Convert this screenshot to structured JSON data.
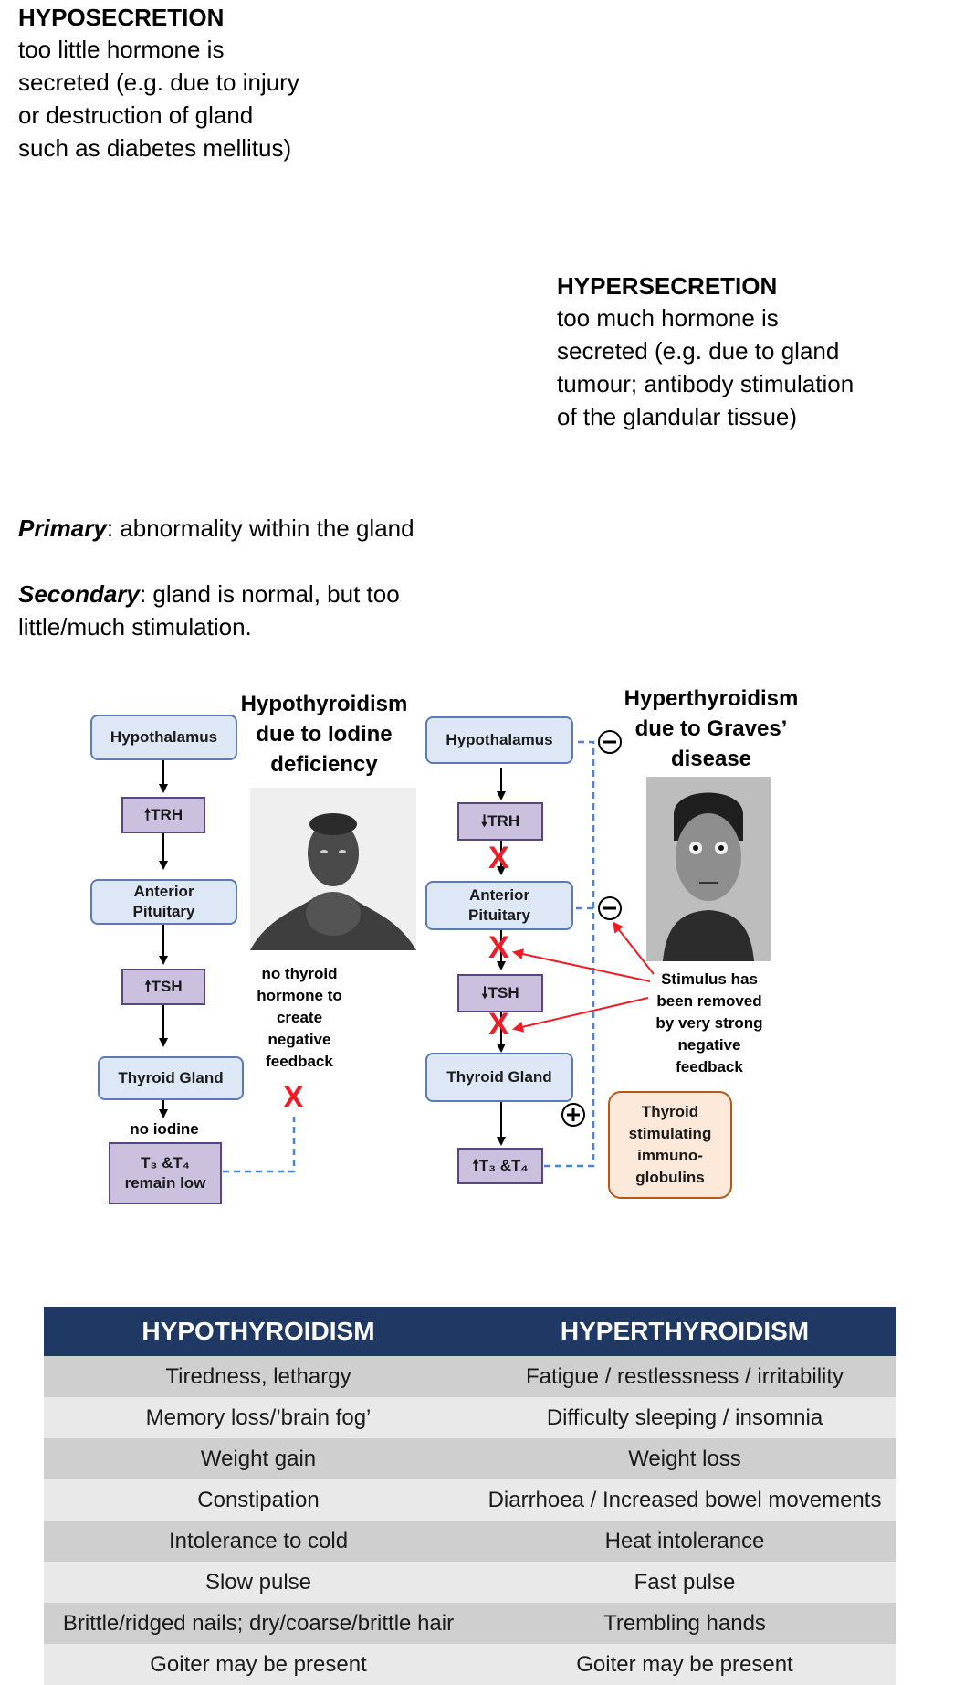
{
  "hyposecretion": {
    "title": "HYPOSECRETION",
    "lines": [
      "too little hormone is",
      "secreted (e.g. due to injury",
      "or destruction of gland",
      "such as diabetes mellitus)"
    ]
  },
  "hypersecretion": {
    "title": "HYPERSECRETION",
    "lines": [
      "too much hormone is",
      "secreted (e.g. due to gland",
      "tumour; antibody stimulation",
      "of the glandular tissue)"
    ]
  },
  "definitions": {
    "primary_term": "Primary",
    "primary_text": ": abnormality within the gland",
    "secondary_term": "Secondary",
    "secondary_text_1": ": gland is normal, but too",
    "secondary_text_2": "little/much stimulation."
  },
  "hypo_diagram": {
    "title_lines": [
      "Hypothyroidism",
      "due to Iodine",
      "deficiency"
    ],
    "hypothalamus": "Hypothalamus",
    "trh": "TRH",
    "anterior_pituitary": [
      "Anterior",
      "Pituitary"
    ],
    "tsh": "TSH",
    "thyroid_gland": "Thyroid Gland",
    "no_iodine": "no iodine",
    "t3t4": [
      "T₃ &T₄",
      "remain low"
    ],
    "note_lines": [
      "no thyroid",
      "hormone to",
      "create",
      "negative",
      "feedback"
    ],
    "block_mark": "X"
  },
  "hyper_diagram": {
    "title_lines": [
      "Hyperthyroidism",
      "due to Graves’",
      "disease"
    ],
    "hypothalamus": "Hypothalamus",
    "trh": "TRH",
    "anterior_pituitary": [
      "Anterior",
      "Pituitary"
    ],
    "tsh": "TSH",
    "thyroid_gland": "Thyroid Gland",
    "t3t4": "T₃ &T₄",
    "note_lines": [
      "Stimulus has",
      "been removed",
      "by very strong",
      "negative",
      "feedback"
    ],
    "tsi_lines": [
      "Thyroid",
      "stimulating",
      "immuno-",
      "globulins"
    ],
    "block_mark": "X",
    "minus": "−",
    "plus": "+"
  },
  "table": {
    "headers": [
      "HYPOTHYROIDISM",
      "HYPERTHYROIDISM"
    ],
    "rows": [
      [
        "Tiredness, lethargy",
        "Fatigue / restlessness / irritability"
      ],
      [
        "Memory loss/’brain fog’",
        "Difficulty sleeping / insomnia"
      ],
      [
        "Weight gain",
        "Weight loss"
      ],
      [
        "Constipation",
        "Diarrhoea / Increased bowel movements"
      ],
      [
        "Intolerance to cold",
        "Heat intolerance"
      ],
      [
        "Slow pulse",
        "Fast pulse"
      ],
      [
        "Brittle/ridged nails; dry/coarse/brittle hair",
        "Trembling hands"
      ],
      [
        "Goiter may be present",
        "Goiter may be present"
      ]
    ]
  },
  "colors": {
    "header_bg": "#1f3864",
    "row_dark": "#cfcfcf",
    "row_light": "#e9e9e9",
    "box_blue": "#dde7f5",
    "box_purple": "#cbc1df",
    "red": "#ee1c25",
    "dash_blue": "#4a86d0"
  },
  "icons": [
    "up-arrow-icon",
    "down-arrow-icon",
    "minus-circle-icon",
    "plus-circle-icon"
  ]
}
